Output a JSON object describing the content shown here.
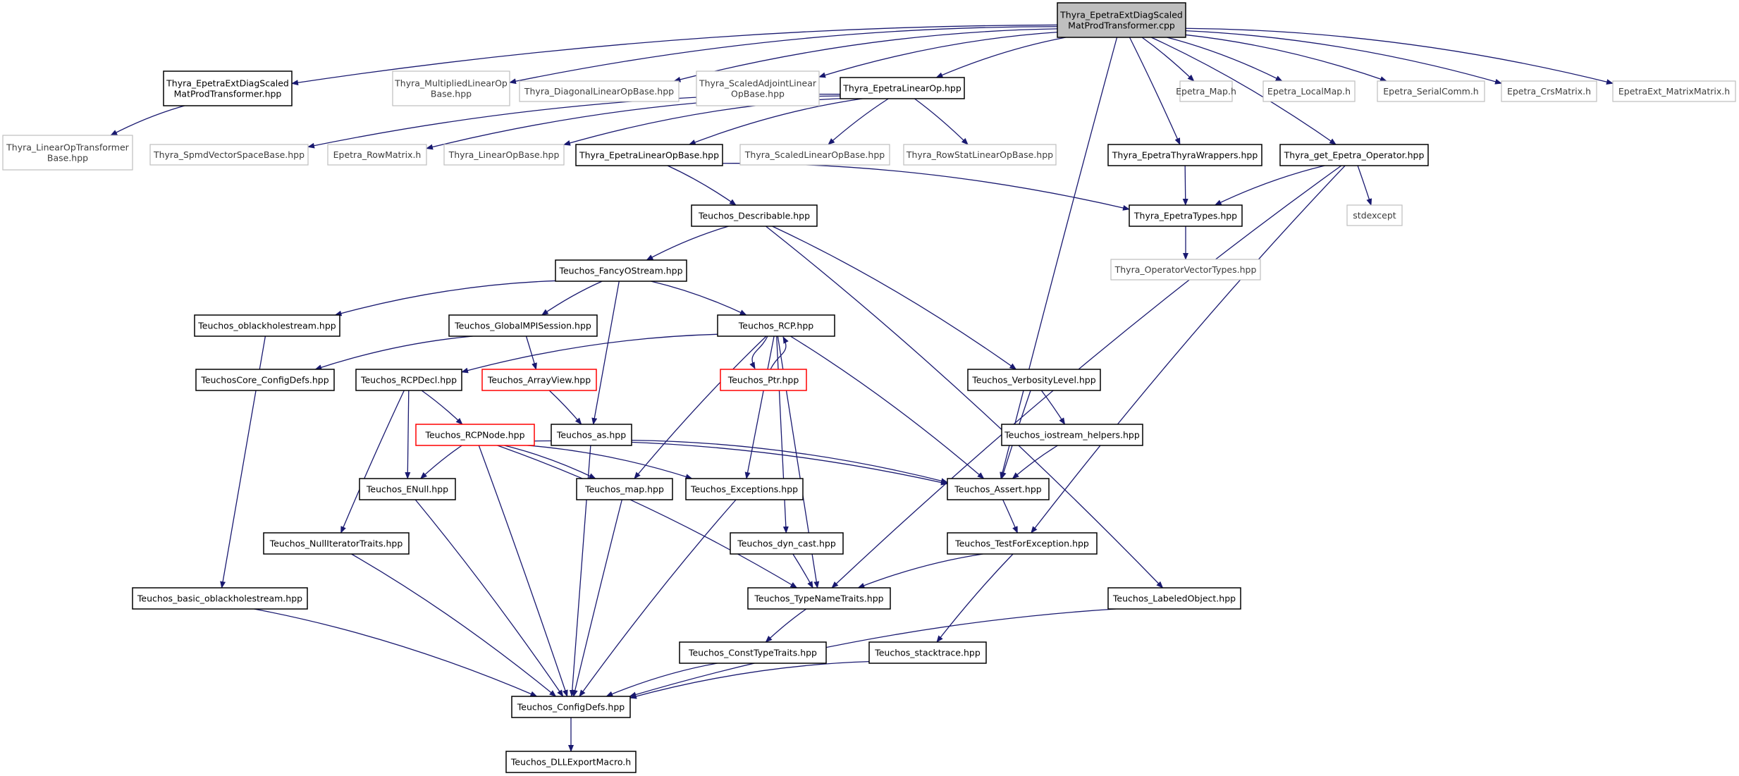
{
  "legend": {
    "node_styles": {
      "root": "gray fill, black border (file the graph is for)",
      "doc": "black border (documented header)",
      "ext": "gray border (external header)",
      "trunc": "red border (truncated graph)"
    }
  },
  "colors": {
    "edge": "#191970",
    "root_fill": "#bfbfbf",
    "doc_border": "#000000",
    "ext_border": "#bfbfbf",
    "trunc_border": "#ff0000",
    "background": "#ffffff"
  },
  "nodes": [
    {
      "id": "root",
      "lines": [
        "Thyra_EpetraExtDiagScaled",
        "MatProdTransformer.cpp"
      ],
      "style": "root"
    },
    {
      "id": "diagscaled_hpp",
      "lines": [
        "Thyra_EpetraExtDiagScaled",
        "MatProdTransformer.hpp"
      ],
      "style": "doc"
    },
    {
      "id": "multiplied",
      "lines": [
        "Thyra_MultipliedLinearOp",
        "Base.hpp"
      ],
      "style": "ext"
    },
    {
      "id": "diagonal",
      "lines": [
        "Thyra_DiagonalLinearOpBase.hpp"
      ],
      "style": "ext"
    },
    {
      "id": "scaledadj",
      "lines": [
        "Thyra_ScaledAdjointLinear",
        "OpBase.hpp"
      ],
      "style": "ext"
    },
    {
      "id": "epetralinearop",
      "lines": [
        "Thyra_EpetraLinearOp.hpp"
      ],
      "style": "doc"
    },
    {
      "id": "epetra_map",
      "lines": [
        "Epetra_Map.h"
      ],
      "style": "ext"
    },
    {
      "id": "epetra_localmap",
      "lines": [
        "Epetra_LocalMap.h"
      ],
      "style": "ext"
    },
    {
      "id": "epetra_serialcomm",
      "lines": [
        "Epetra_SerialComm.h"
      ],
      "style": "ext"
    },
    {
      "id": "epetra_crsmatrix",
      "lines": [
        "Epetra_CrsMatrix.h"
      ],
      "style": "ext"
    },
    {
      "id": "epetraext_matrixmatrix",
      "lines": [
        "EpetraExt_MatrixMatrix.h"
      ],
      "style": "ext"
    },
    {
      "id": "linopxform",
      "lines": [
        "Thyra_LinearOpTransformer",
        "Base.hpp"
      ],
      "style": "ext"
    },
    {
      "id": "spmdvs",
      "lines": [
        "Thyra_SpmdVectorSpaceBase.hpp"
      ],
      "style": "ext"
    },
    {
      "id": "rowmatrix",
      "lines": [
        "Epetra_RowMatrix.h"
      ],
      "style": "ext"
    },
    {
      "id": "linopbase",
      "lines": [
        "Thyra_LinearOpBase.hpp"
      ],
      "style": "ext"
    },
    {
      "id": "epetralinopbase",
      "lines": [
        "Thyra_EpetraLinearOpBase.hpp"
      ],
      "style": "doc"
    },
    {
      "id": "scaledlinop",
      "lines": [
        "Thyra_ScaledLinearOpBase.hpp"
      ],
      "style": "ext"
    },
    {
      "id": "rowstat",
      "lines": [
        "Thyra_RowStatLinearOpBase.hpp"
      ],
      "style": "ext"
    },
    {
      "id": "thyrawrappers",
      "lines": [
        "Thyra_EpetraThyraWrappers.hpp"
      ],
      "style": "doc"
    },
    {
      "id": "getop",
      "lines": [
        "Thyra_get_Epetra_Operator.hpp"
      ],
      "style": "doc"
    },
    {
      "id": "describable",
      "lines": [
        "Teuchos_Describable.hpp"
      ],
      "style": "doc"
    },
    {
      "id": "epetratypes",
      "lines": [
        "Thyra_EpetraTypes.hpp"
      ],
      "style": "doc"
    },
    {
      "id": "stdexcept",
      "lines": [
        "stdexcept"
      ],
      "style": "ext"
    },
    {
      "id": "opvectypes",
      "lines": [
        "Thyra_OperatorVectorTypes.hpp"
      ],
      "style": "ext"
    },
    {
      "id": "fancyostream",
      "lines": [
        "Teuchos_FancyOStream.hpp"
      ],
      "style": "doc"
    },
    {
      "id": "oblackhole",
      "lines": [
        "Teuchos_oblackholestream.hpp"
      ],
      "style": "doc"
    },
    {
      "id": "globalmpi",
      "lines": [
        "Teuchos_GlobalMPISession.hpp"
      ],
      "style": "doc"
    },
    {
      "id": "rcp",
      "lines": [
        "Teuchos_RCP.hpp"
      ],
      "style": "doc"
    },
    {
      "id": "coreconfig",
      "lines": [
        "TeuchosCore_ConfigDefs.hpp"
      ],
      "style": "doc"
    },
    {
      "id": "rcpdecl",
      "lines": [
        "Teuchos_RCPDecl.hpp"
      ],
      "style": "doc"
    },
    {
      "id": "arrayview",
      "lines": [
        "Teuchos_ArrayView.hpp"
      ],
      "style": "trunc"
    },
    {
      "id": "ptr",
      "lines": [
        "Teuchos_Ptr.hpp"
      ],
      "style": "trunc"
    },
    {
      "id": "verbosity",
      "lines": [
        "Teuchos_VerbosityLevel.hpp"
      ],
      "style": "doc"
    },
    {
      "id": "rcpnode",
      "lines": [
        "Teuchos_RCPNode.hpp"
      ],
      "style": "trunc"
    },
    {
      "id": "as",
      "lines": [
        "Teuchos_as.hpp"
      ],
      "style": "doc"
    },
    {
      "id": "iostreamhelpers",
      "lines": [
        "Teuchos_iostream_helpers.hpp"
      ],
      "style": "doc"
    },
    {
      "id": "enull",
      "lines": [
        "Teuchos_ENull.hpp"
      ],
      "style": "doc"
    },
    {
      "id": "map",
      "lines": [
        "Teuchos_map.hpp"
      ],
      "style": "doc"
    },
    {
      "id": "exceptions",
      "lines": [
        "Teuchos_Exceptions.hpp"
      ],
      "style": "doc"
    },
    {
      "id": "assert",
      "lines": [
        "Teuchos_Assert.hpp"
      ],
      "style": "doc"
    },
    {
      "id": "nulliter",
      "lines": [
        "Teuchos_NullIteratorTraits.hpp"
      ],
      "style": "doc"
    },
    {
      "id": "dyncast",
      "lines": [
        "Teuchos_dyn_cast.hpp"
      ],
      "style": "doc"
    },
    {
      "id": "testforexc",
      "lines": [
        "Teuchos_TestForException.hpp"
      ],
      "style": "doc"
    },
    {
      "id": "basicoblack",
      "lines": [
        "Teuchos_basic_oblackholestream.hpp"
      ],
      "style": "doc"
    },
    {
      "id": "typename",
      "lines": [
        "Teuchos_TypeNameTraits.hpp"
      ],
      "style": "doc"
    },
    {
      "id": "labeled",
      "lines": [
        "Teuchos_LabeledObject.hpp"
      ],
      "style": "doc"
    },
    {
      "id": "consttype",
      "lines": [
        "Teuchos_ConstTypeTraits.hpp"
      ],
      "style": "doc"
    },
    {
      "id": "stacktrace",
      "lines": [
        "Teuchos_stacktrace.hpp"
      ],
      "style": "doc"
    },
    {
      "id": "configdefs",
      "lines": [
        "Teuchos_ConfigDefs.hpp"
      ],
      "style": "doc"
    },
    {
      "id": "dllexport",
      "lines": [
        "Teuchos_DLLExportMacro.h"
      ],
      "style": "doc"
    }
  ],
  "edges": [
    [
      "root",
      "diagscaled_hpp"
    ],
    [
      "root",
      "multiplied"
    ],
    [
      "root",
      "diagonal"
    ],
    [
      "root",
      "scaledadj"
    ],
    [
      "root",
      "epetralinearop"
    ],
    [
      "root",
      "epetra_map"
    ],
    [
      "root",
      "epetra_localmap"
    ],
    [
      "root",
      "epetra_serialcomm"
    ],
    [
      "root",
      "epetra_crsmatrix"
    ],
    [
      "root",
      "epetraext_matrixmatrix"
    ],
    [
      "root",
      "thyrawrappers"
    ],
    [
      "root",
      "getop"
    ],
    [
      "root",
      "assert"
    ],
    [
      "diagscaled_hpp",
      "linopxform"
    ],
    [
      "epetralinearop",
      "spmdvs"
    ],
    [
      "epetralinearop",
      "rowmatrix"
    ],
    [
      "epetralinearop",
      "linopbase"
    ],
    [
      "epetralinearop",
      "epetralinopbase"
    ],
    [
      "epetralinearop",
      "scaledlinop"
    ],
    [
      "epetralinearop",
      "rowstat"
    ],
    [
      "epetralinopbase",
      "describable"
    ],
    [
      "epetralinopbase",
      "epetratypes"
    ],
    [
      "thyrawrappers",
      "epetratypes"
    ],
    [
      "getop",
      "epetratypes"
    ],
    [
      "getop",
      "stdexcept"
    ],
    [
      "getop",
      "typename"
    ],
    [
      "getop",
      "testforexc"
    ],
    [
      "epetratypes",
      "opvectypes"
    ],
    [
      "describable",
      "fancyostream"
    ],
    [
      "describable",
      "verbosity"
    ],
    [
      "describable",
      "labeled"
    ],
    [
      "fancyostream",
      "oblackhole"
    ],
    [
      "fancyostream",
      "globalmpi"
    ],
    [
      "fancyostream",
      "rcp"
    ],
    [
      "fancyostream",
      "as"
    ],
    [
      "oblackhole",
      "basicoblack"
    ],
    [
      "globalmpi",
      "coreconfig"
    ],
    [
      "globalmpi",
      "arrayview"
    ],
    [
      "rcp",
      "rcpdecl"
    ],
    [
      "rcp",
      "ptr"
    ],
    [
      "rcp",
      "map"
    ],
    [
      "rcp",
      "exceptions"
    ],
    [
      "rcp",
      "dyncast"
    ],
    [
      "rcp",
      "typename"
    ],
    [
      "rcp",
      "assert"
    ],
    [
      "ptr",
      "rcp"
    ],
    [
      "rcpdecl",
      "rcpnode"
    ],
    [
      "rcpdecl",
      "enull"
    ],
    [
      "rcpdecl",
      "nulliter"
    ],
    [
      "arrayview",
      "as"
    ],
    [
      "rcpnode",
      "enull"
    ],
    [
      "rcpnode",
      "map"
    ],
    [
      "rcpnode",
      "exceptions"
    ],
    [
      "rcpnode",
      "assert"
    ],
    [
      "rcpnode",
      "typename"
    ],
    [
      "rcpnode",
      "configdefs"
    ],
    [
      "as",
      "assert"
    ],
    [
      "as",
      "configdefs"
    ],
    [
      "verbosity",
      "iostreamhelpers"
    ],
    [
      "verbosity",
      "assert"
    ],
    [
      "iostreamhelpers",
      "assert"
    ],
    [
      "assert",
      "testforexc"
    ],
    [
      "enull",
      "configdefs"
    ],
    [
      "map",
      "configdefs"
    ],
    [
      "exceptions",
      "configdefs"
    ],
    [
      "nulliter",
      "configdefs"
    ],
    [
      "dyncast",
      "typename"
    ],
    [
      "testforexc",
      "typename"
    ],
    [
      "testforexc",
      "stacktrace"
    ],
    [
      "basicoblack",
      "configdefs"
    ],
    [
      "typename",
      "consttype"
    ],
    [
      "labeled",
      "configdefs"
    ],
    [
      "consttype",
      "configdefs"
    ],
    [
      "stacktrace",
      "configdefs"
    ],
    [
      "configdefs",
      "dllexport"
    ]
  ]
}
